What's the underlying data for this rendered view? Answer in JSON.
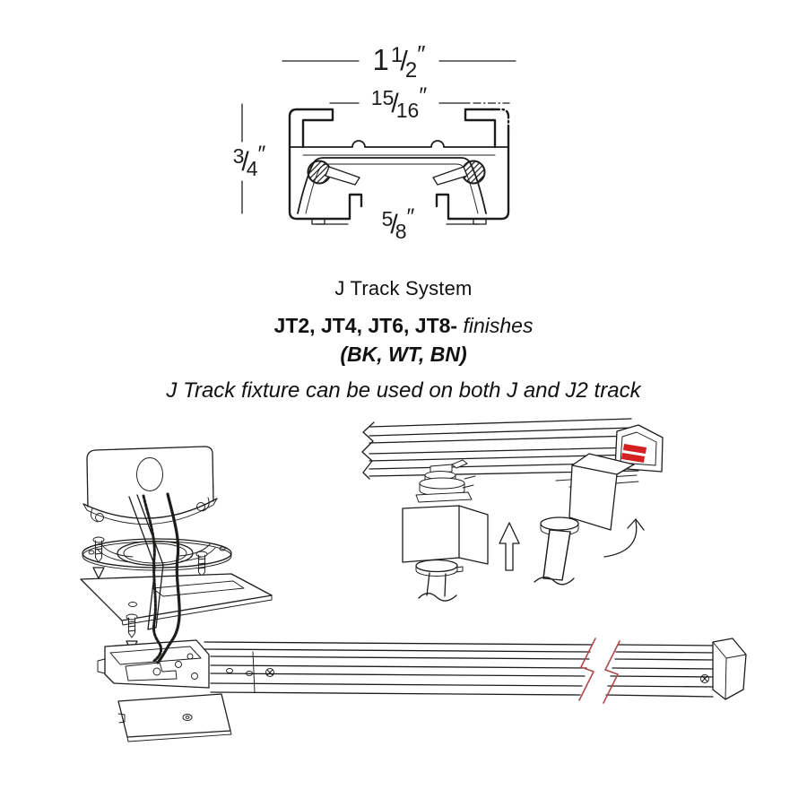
{
  "cross_section": {
    "dim_overall": {
      "whole": "1",
      "num": "1",
      "slash": "/",
      "den": "2",
      "unit": "″"
    },
    "dim_opening_top": {
      "num": "15",
      "slash": "/",
      "den": "16",
      "unit": "″"
    },
    "dim_height": {
      "num": "3",
      "slash": "/",
      "den": "4",
      "unit": "″"
    },
    "dim_opening_bottom": {
      "num": "5",
      "slash": "/",
      "den": "8",
      "unit": "″"
    }
  },
  "title_block": {
    "system_name": "J Track System",
    "models": "JT2, JT4, JT6, JT8-",
    "finishes_label": "finishes",
    "finish_codes": "(BK, WT, BN)",
    "compatibility_note": "J Track fixture can be used on both J and J2 track"
  },
  "colors": {
    "line_art": "#1d1d1b",
    "conductor_red": "#d42020",
    "break_red": "#b04a4a",
    "background": "#ffffff"
  }
}
